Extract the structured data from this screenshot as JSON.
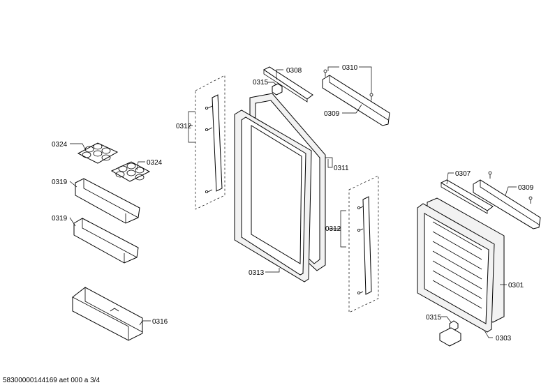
{
  "labels": {
    "p0308": "0308",
    "p0310": "0310",
    "p0315_top": "0315",
    "p0309_top": "0309",
    "p0312_left": "0312",
    "p0311": "0311",
    "p0312_mid": "0312",
    "p0313": "0313",
    "p0324_a": "0324",
    "p0324_b": "0324",
    "p0319_a": "0319",
    "p0319_b": "0319",
    "p0316": "0316",
    "p0307": "0307",
    "p0309_right": "0309",
    "p0301": "0301",
    "p0315_bottom": "0315",
    "p0303": "0303"
  },
  "footer": {
    "doc_id": "58300000144169 aet 000 a 3/4"
  }
}
